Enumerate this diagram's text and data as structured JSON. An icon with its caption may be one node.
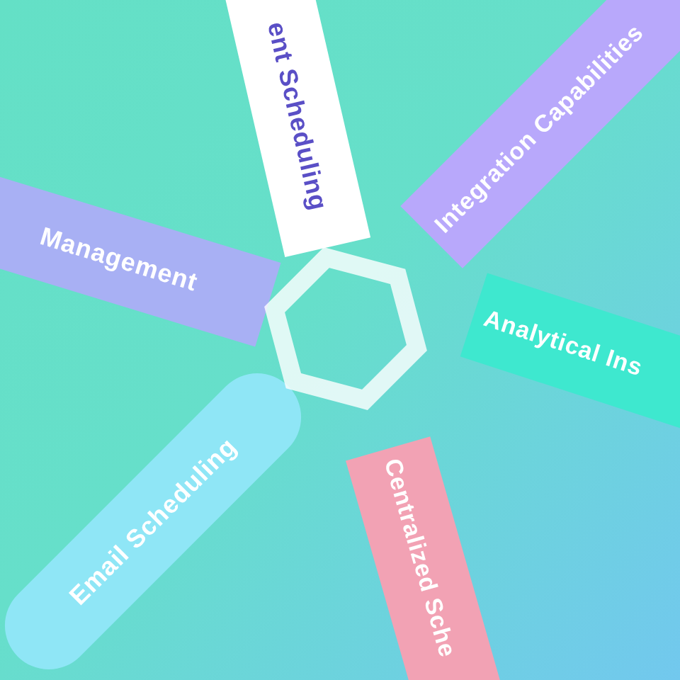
{
  "diagram": {
    "nodes": [
      {
        "text": [
          "ent Scheduling"
        ]
      },
      {
        "text": [
          "Integration Capabilities"
        ]
      },
      {
        "text": [
          "Management"
        ]
      },
      {
        "text": [],
        "shape": "hexagon"
      },
      {
        "text": [
          "Analytical Ins"
        ]
      },
      {
        "text": [
          "Email Scheduling"
        ]
      },
      {
        "text": [
          "Centralized Sche"
        ]
      }
    ]
  }
}
